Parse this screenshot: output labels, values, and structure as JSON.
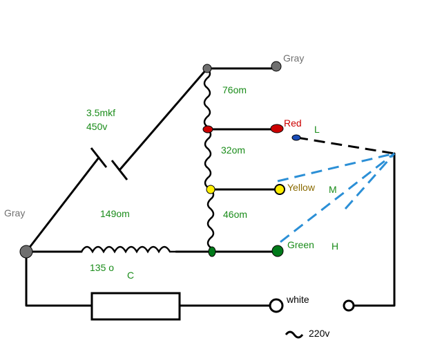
{
  "labels": {
    "gray_top": "Gray",
    "gray_left": "Gray",
    "cap_value": "3.5mkf",
    "cap_voltage": "450v",
    "r_76": "76om",
    "r_32": "32om",
    "r_46": "46om",
    "r_149": "149om",
    "r_135_main": "135 o",
    "r_135_sub": "C",
    "red": "Red",
    "yellow": "Yellow",
    "green": "Green",
    "white": "white",
    "speed_l": "L",
    "speed_m": "M",
    "speed_h": "H",
    "supply_voltage": "220v"
  },
  "colors": {
    "label_green": "#1a8c1a",
    "label_red": "#cc0000",
    "label_yellow": "#8a6a00",
    "gray_text": "#707070",
    "node_gray": "#6f6f6f",
    "node_red": "#cc0000",
    "node_yellow": "#ffee00",
    "node_green": "#007a1a",
    "node_blue": "#1a4db8",
    "dashed_blue": "#2b8fd6",
    "wire": "#000000"
  }
}
